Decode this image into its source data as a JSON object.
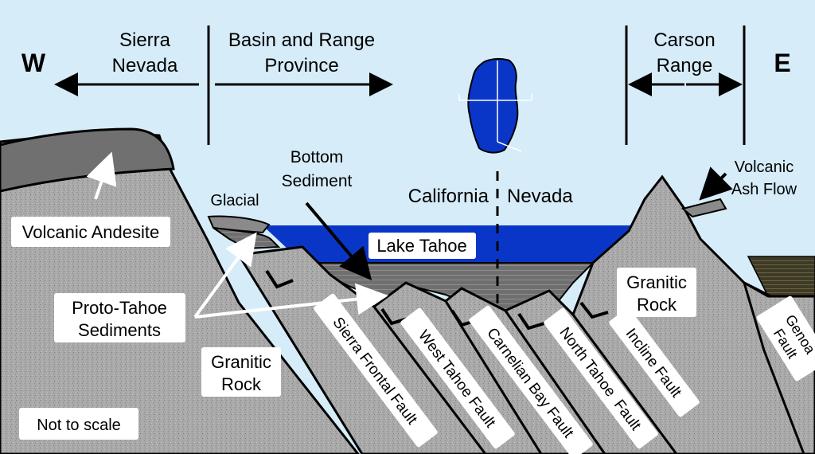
{
  "directions": {
    "west": "W",
    "east": "E"
  },
  "regions": {
    "sierra_nevada": [
      "Sierra",
      "Nevada"
    ],
    "basin_range": [
      "Basin and Range",
      "Province"
    ],
    "carson_range": [
      "Carson",
      "Range"
    ]
  },
  "states": {
    "california": "California",
    "nevada": "Nevada"
  },
  "features": {
    "lake_tahoe": "Lake Tahoe",
    "bottom_sediment": [
      "Bottom",
      "Sediment"
    ],
    "glacial": "Glacial",
    "volcanic_andesite": "Volcanic Andesite",
    "proto_tahoe": [
      "Proto-Tahoe",
      "Sediments"
    ],
    "granitic_rock_west": [
      "Granitic",
      "Rock"
    ],
    "granitic_rock_east": [
      "Granitic",
      "Rock"
    ],
    "volcanic_ash_flow": [
      "Volcanic",
      "Ash Flow"
    ],
    "not_to_scale": "Not to scale"
  },
  "faults": {
    "sierra_frontal": "Sierra Frontal Fault",
    "west_tahoe": "West Tahoe Fault",
    "carnelian_bay": "Carnelian Bay Fault",
    "north_tahoe": "North Tahoe  Fault",
    "incline": "Incline Fault",
    "genoa": [
      "Genoa",
      "Fault"
    ]
  },
  "colors": {
    "sky": "#d6ecf8",
    "rock": "#a8a8a8",
    "andesite": "#707070",
    "lake": "#0a36c8",
    "sediment": "#6e6e6e",
    "ash_flow": "#8a8a8a",
    "east_basin": "#4a4630"
  }
}
